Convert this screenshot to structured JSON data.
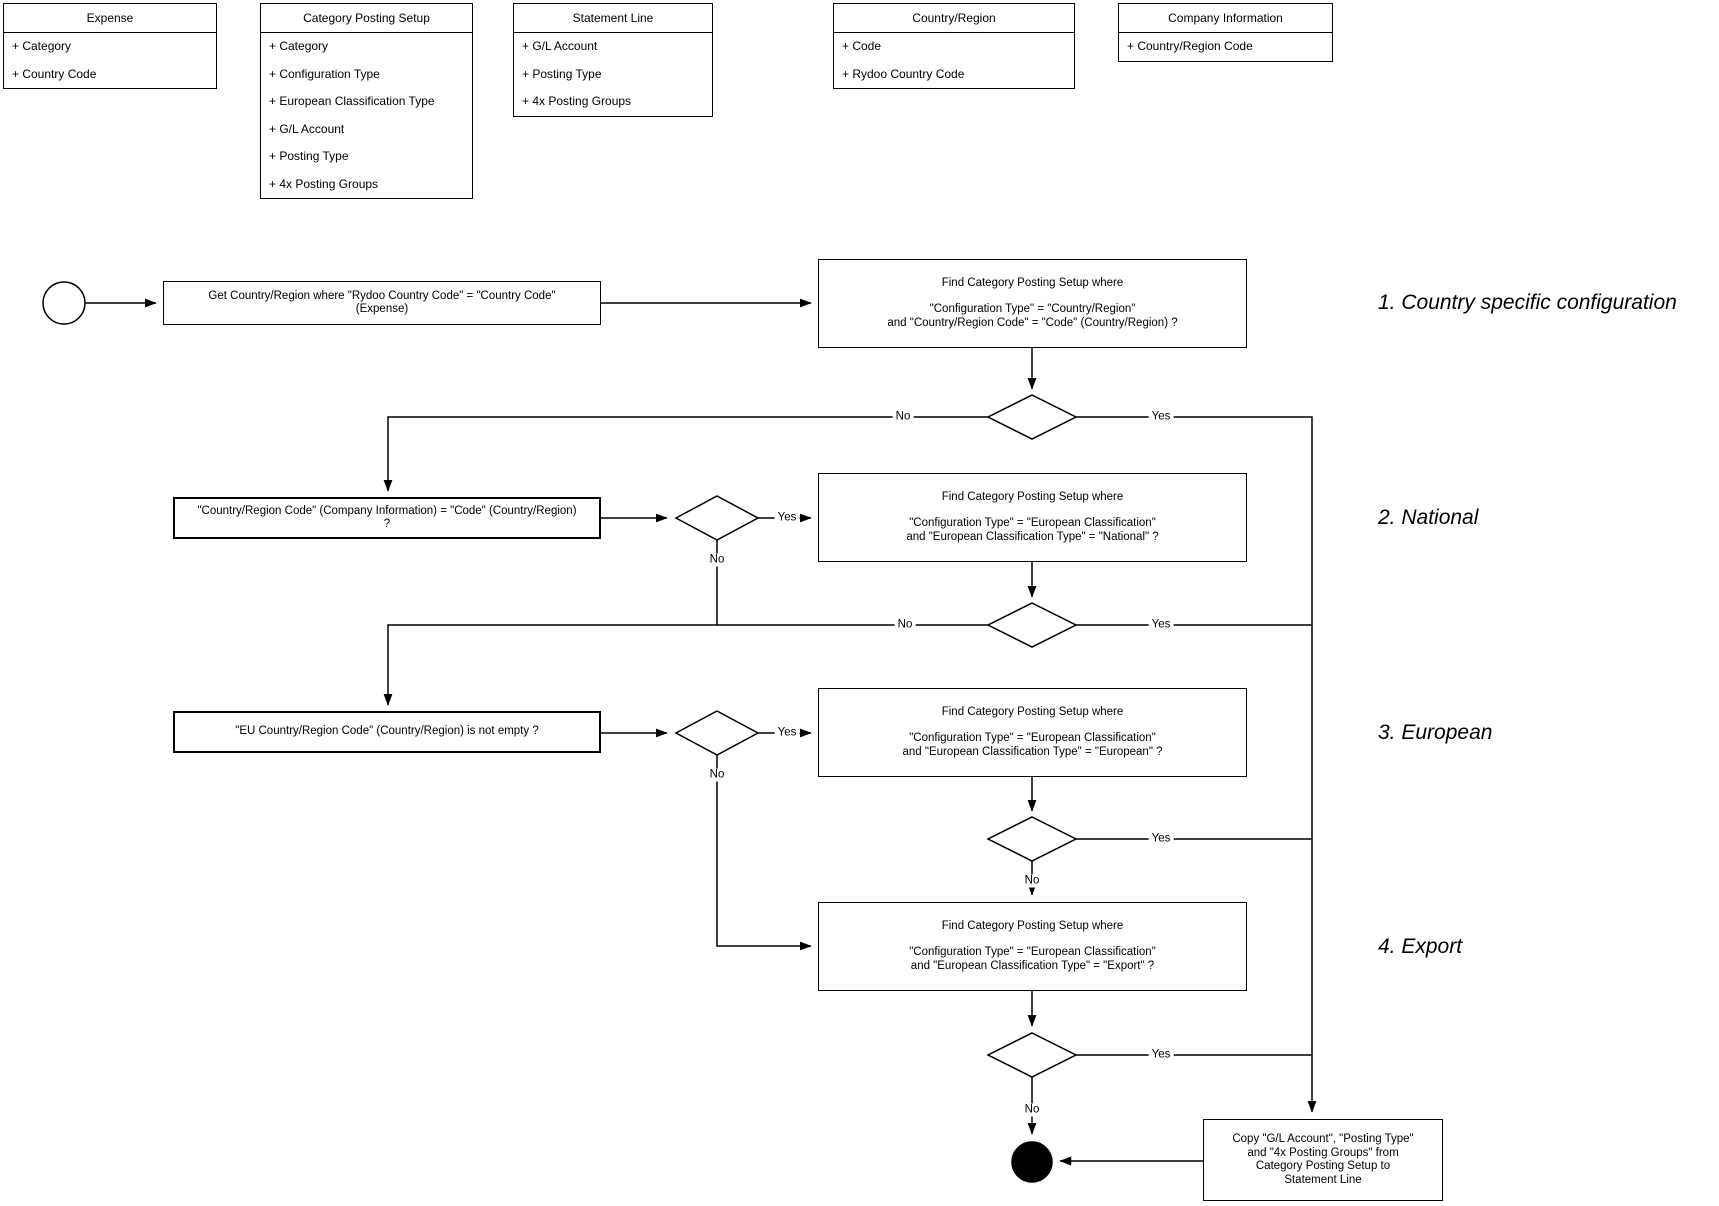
{
  "entities": [
    {
      "title": "Expense",
      "attributes": [
        "+ Category",
        "+ Country Code"
      ]
    },
    {
      "title": "Category Posting Setup",
      "attributes": [
        "+ Category",
        "+ Configuration Type",
        "+ European Classification Type",
        "+ G/L Account",
        "+ Posting Type",
        "+ 4x Posting Groups"
      ]
    },
    {
      "title": "Statement Line",
      "attributes": [
        "+ G/L Account",
        "+ Posting Type",
        "+ 4x Posting Groups"
      ]
    },
    {
      "title": "Country/Region",
      "attributes": [
        "+ Code",
        "+ Rydoo Country Code"
      ]
    },
    {
      "title": "Company Information",
      "attributes": [
        "+ Country/Region Code"
      ]
    }
  ],
  "flow": {
    "box_a": {
      "line1": "Get Country/Region where \"Rydoo Country Code\" = \"Country Code\"",
      "line2": "(Expense)"
    },
    "find1": {
      "title": "Find Category Posting Setup where",
      "cond1": "\"Configuration Type\" = \"Country/Region\"",
      "cond2": "and \"Country/Region Code\" = \"Code\" (Country/Region) ?"
    },
    "box_b": {
      "line1": "\"Country/Region Code\" (Company Information) = \"Code\" (Country/Region)",
      "line2": "?"
    },
    "find2": {
      "title": "Find Category Posting Setup where",
      "cond1": "\"Configuration Type\" = \"European Classification\"",
      "cond2": "and \"European Classification Type\" = \"National\" ?"
    },
    "box_c": {
      "line1": "\"EU Country/Region Code\" (Country/Region) is not empty ?"
    },
    "find3": {
      "title": "Find Category Posting Setup where",
      "cond1": "\"Configuration Type\" = \"European Classification\"",
      "cond2": "and \"European Classification Type\" = \"European\" ?"
    },
    "find4": {
      "title": "Find Category Posting Setup where",
      "cond1": "\"Configuration Type\" = \"European Classification\"",
      "cond2": "and \"European Classification Type\" = \"Export\" ?"
    },
    "copy_box": {
      "line1": "Copy \"G/L Account\", \"Posting Type\"",
      "line2": "and \"4x Posting Groups\" from",
      "line3": "Category Posting Setup to",
      "line4": "Statement Line"
    },
    "labels": {
      "yes": "Yes",
      "no": "No"
    }
  },
  "section_labels": [
    "1. Country specific configuration",
    "2. National",
    "3. European",
    "4. Export"
  ],
  "colors": {
    "stroke": "#000000",
    "background": "#ffffff"
  }
}
